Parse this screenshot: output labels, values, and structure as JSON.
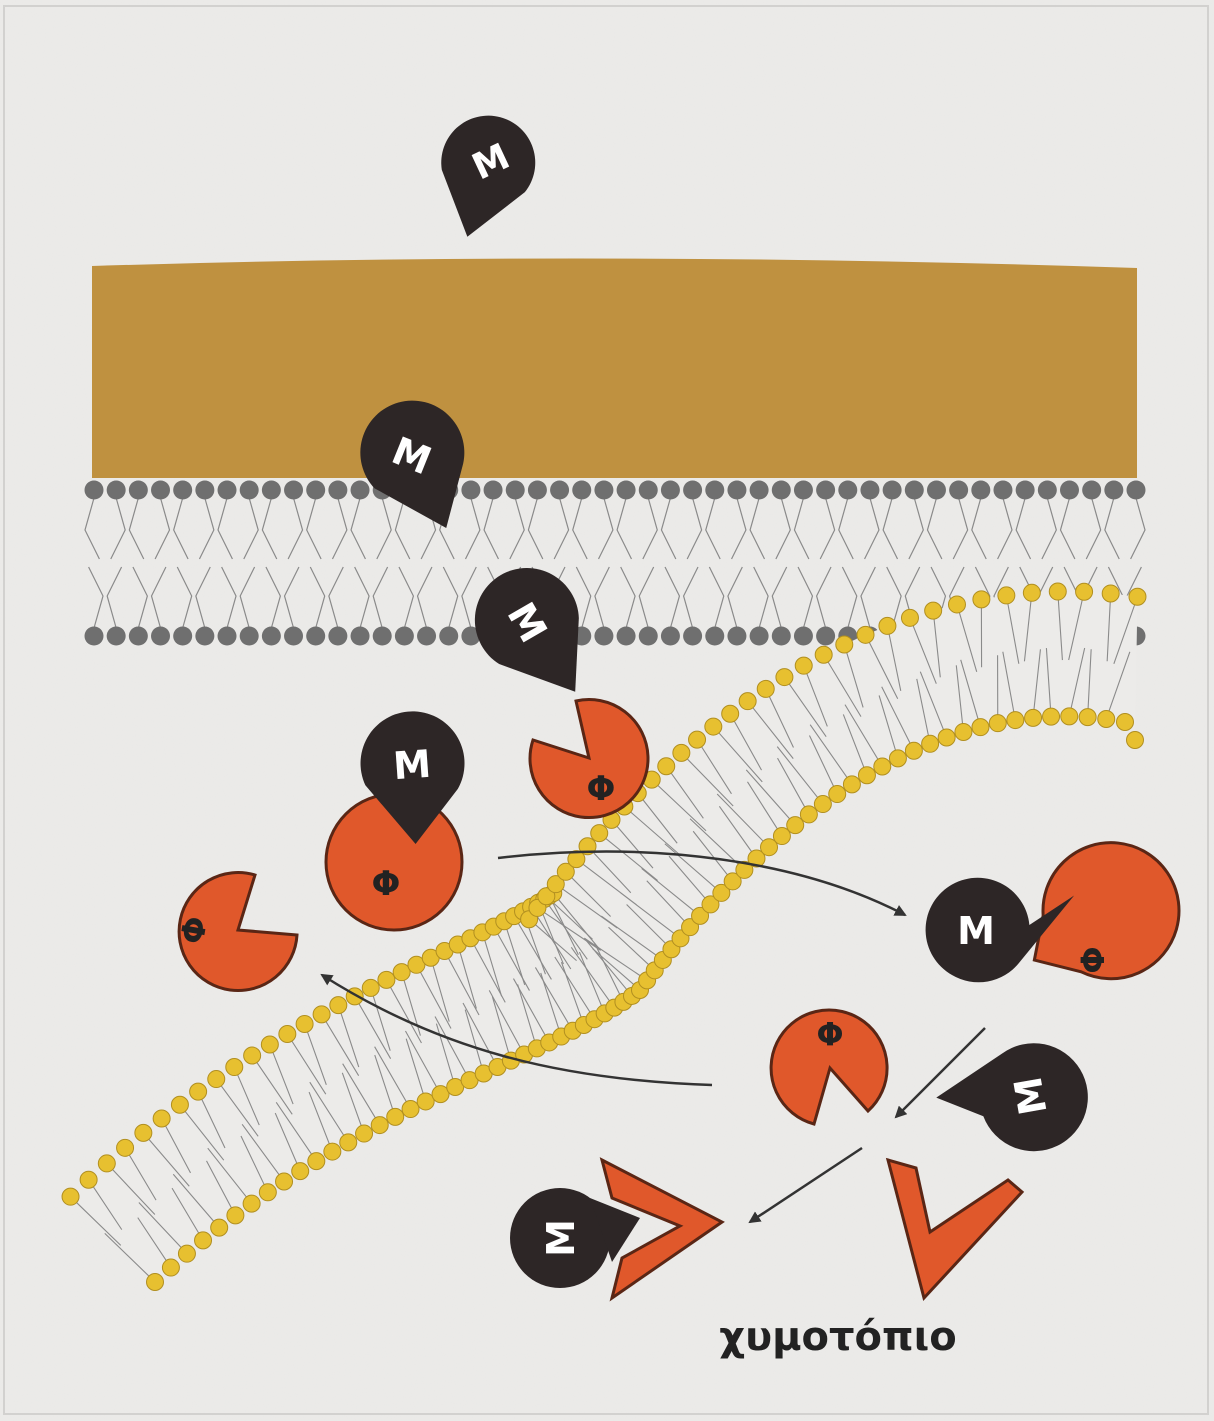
{
  "labels": {
    "chymotopio": "χυμοτόπιο",
    "molecule_letter": "Μ",
    "carrier_letter": "Φ"
  },
  "colors": {
    "background": "#ecebe9",
    "cell_wall": "#bf9140",
    "membrane_head_gray": "#6f6f6f",
    "membrane_head_yellow": "#e7c030",
    "tail_line": "#8a8a8a",
    "molecule_fill": "#2d2626",
    "carrier_fill": "#e0582b",
    "carrier_outline": "#5a2615",
    "arrow": "#333333",
    "text": "#222222"
  },
  "icons": {
    "molecule": "teardrop-molecule-icon",
    "carrier": "pacman-carrier-icon",
    "fragment": "v-shaped-fragment-icon"
  }
}
